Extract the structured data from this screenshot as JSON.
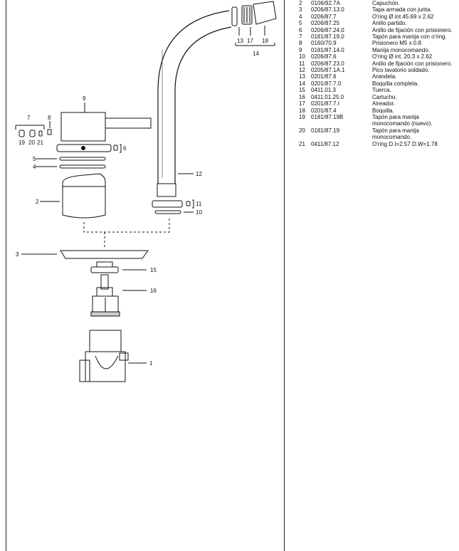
{
  "callouts": {
    "c1": "1",
    "c2": "2",
    "c3": "3",
    "c4": "4",
    "c5": "5",
    "c6": "6",
    "c7": "7",
    "c8": "8",
    "c9": "9",
    "c10": "10",
    "c11": "11",
    "c12": "12",
    "c13": "13",
    "c14": "14",
    "c15": "15",
    "c16": "16",
    "c17": "17",
    "c18": "18",
    "c19": "19",
    "c20": "20",
    "c21": "21"
  },
  "parts": [
    {
      "no": "2",
      "code": "0106/92.7A",
      "desc": "Capuchón."
    },
    {
      "no": "3",
      "code": "0206/87.13.0",
      "desc": "Tapa armada con junta."
    },
    {
      "no": "4",
      "code": "0206/87.7",
      "desc": "O'ring Ø int.45.69 x 2.62"
    },
    {
      "no": "5",
      "code": "0206/87.25",
      "desc": "Anillo partido."
    },
    {
      "no": "6",
      "code": "0206/87.24.0",
      "desc": "Anillo de fijación con prisionero."
    },
    {
      "no": "7",
      "code": "0181/87.19.0",
      "desc": "Tapón para manija con o'ring."
    },
    {
      "no": "8",
      "code": "0160/70.9",
      "desc": "Prisionero M5 x 0.8"
    },
    {
      "no": "9",
      "code": "0181/87.14.0",
      "desc": "Manija monocomando."
    },
    {
      "no": "10",
      "code": "0206/87.6",
      "desc": "O'ring Ø int. 20.3 x 2.62"
    },
    {
      "no": "11",
      "code": "0206/87.23.0",
      "desc": "Anillo de fijación con prisionero."
    },
    {
      "no": "12",
      "code": "0205/87.1A.1",
      "desc": "Pico lavatorio soldado."
    },
    {
      "no": "13",
      "code": "0201/87.6",
      "desc": "Arandela."
    },
    {
      "no": "14",
      "code": "0201/87.7.0",
      "desc": "Boquilla completa."
    },
    {
      "no": "15",
      "code": "0411.01.3",
      "desc": "Tuerca."
    },
    {
      "no": "16",
      "code": "0411.01.25.0",
      "desc": "Cartucho."
    },
    {
      "no": "17",
      "code": "0201/87.7.I",
      "desc": "Aireador."
    },
    {
      "no": "18",
      "code": "0201/87.4",
      "desc": "Boquilla."
    },
    {
      "no": "19",
      "code": "0181/87.19B",
      "desc": "Tapón para manija monocomando (nuevo)."
    },
    {
      "no": "20",
      "code": "0181/87.19",
      "desc": "Tapón para manija monocomando."
    },
    {
      "no": "21",
      "code": "0411/87.12",
      "desc": "O'ring D.I=2.57 D.W=1.78"
    }
  ]
}
